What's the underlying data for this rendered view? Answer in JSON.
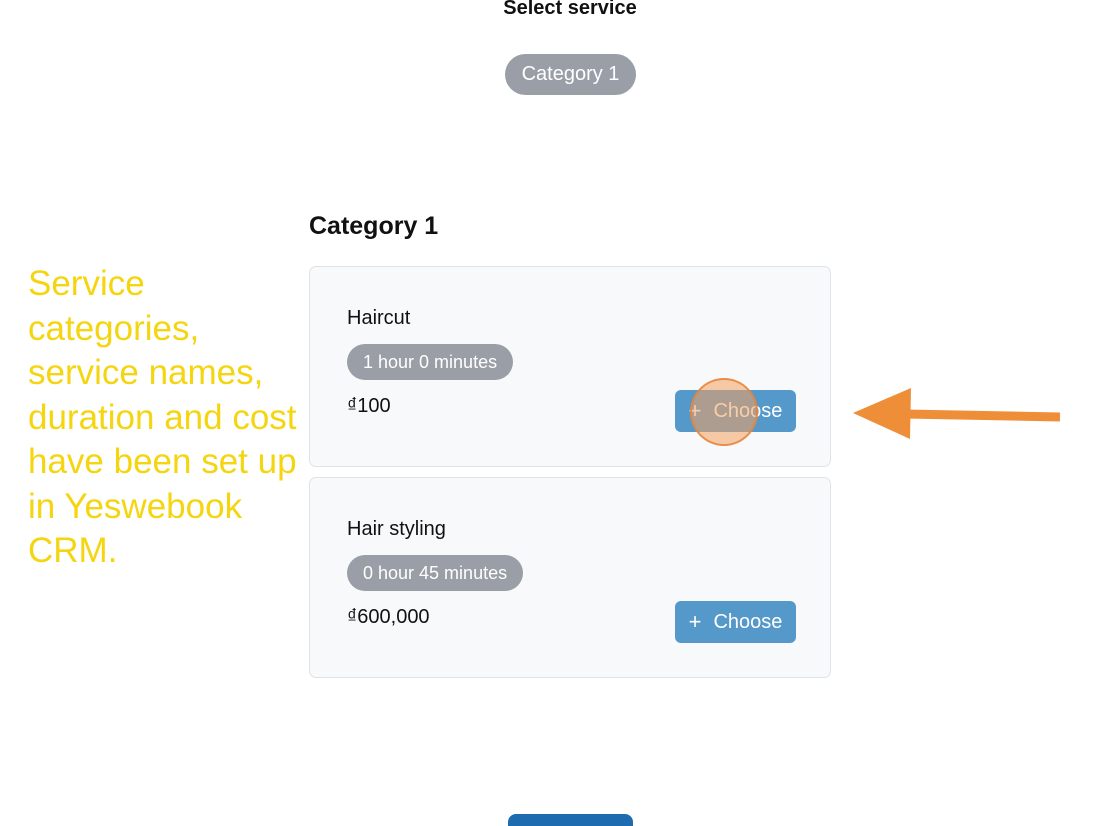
{
  "header": {
    "title": "Select service"
  },
  "category_filter": {
    "label": "Category 1"
  },
  "category": {
    "heading": "Category 1",
    "services": [
      {
        "name": "Haircut",
        "duration": "1 hour 0 minutes",
        "price": "₫100",
        "button_label": "Choose",
        "button_icon": "plus-icon"
      },
      {
        "name": "Hair styling",
        "duration": "0 hour 45 minutes",
        "price": "₫600,000",
        "button_label": "Choose",
        "button_icon": "plus-icon"
      }
    ]
  },
  "annotation": {
    "text": "Service categories, service names, duration and cost have been set up in Yeswebook CRM.",
    "color": "#f5d50f",
    "arrow_color": "#ef8e38",
    "click_indicator_color": "#f4a261"
  },
  "colors": {
    "badge_gray": "#9a9ea6",
    "choose_button": "#5598ca",
    "card_background": "#f8f9fa",
    "primary_button": "#1f6bb0"
  }
}
